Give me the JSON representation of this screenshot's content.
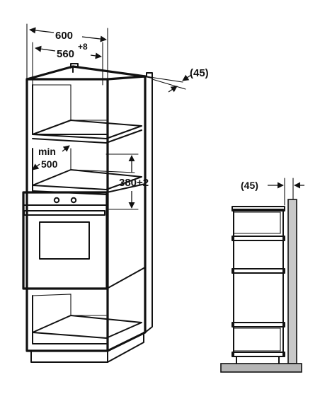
{
  "labels": {
    "width_outer": "600",
    "width_inner_base": "560",
    "width_inner_tol": "+8",
    "depth_gap_top": "(45)",
    "min_label": "min",
    "min_value": "500",
    "niche_height": "380+2",
    "depth_gap_side": "(45)"
  },
  "colors": {
    "line": "#111111",
    "wall": "#c8c8c8",
    "floor": "#b5b5b5",
    "background": "#ffffff"
  }
}
